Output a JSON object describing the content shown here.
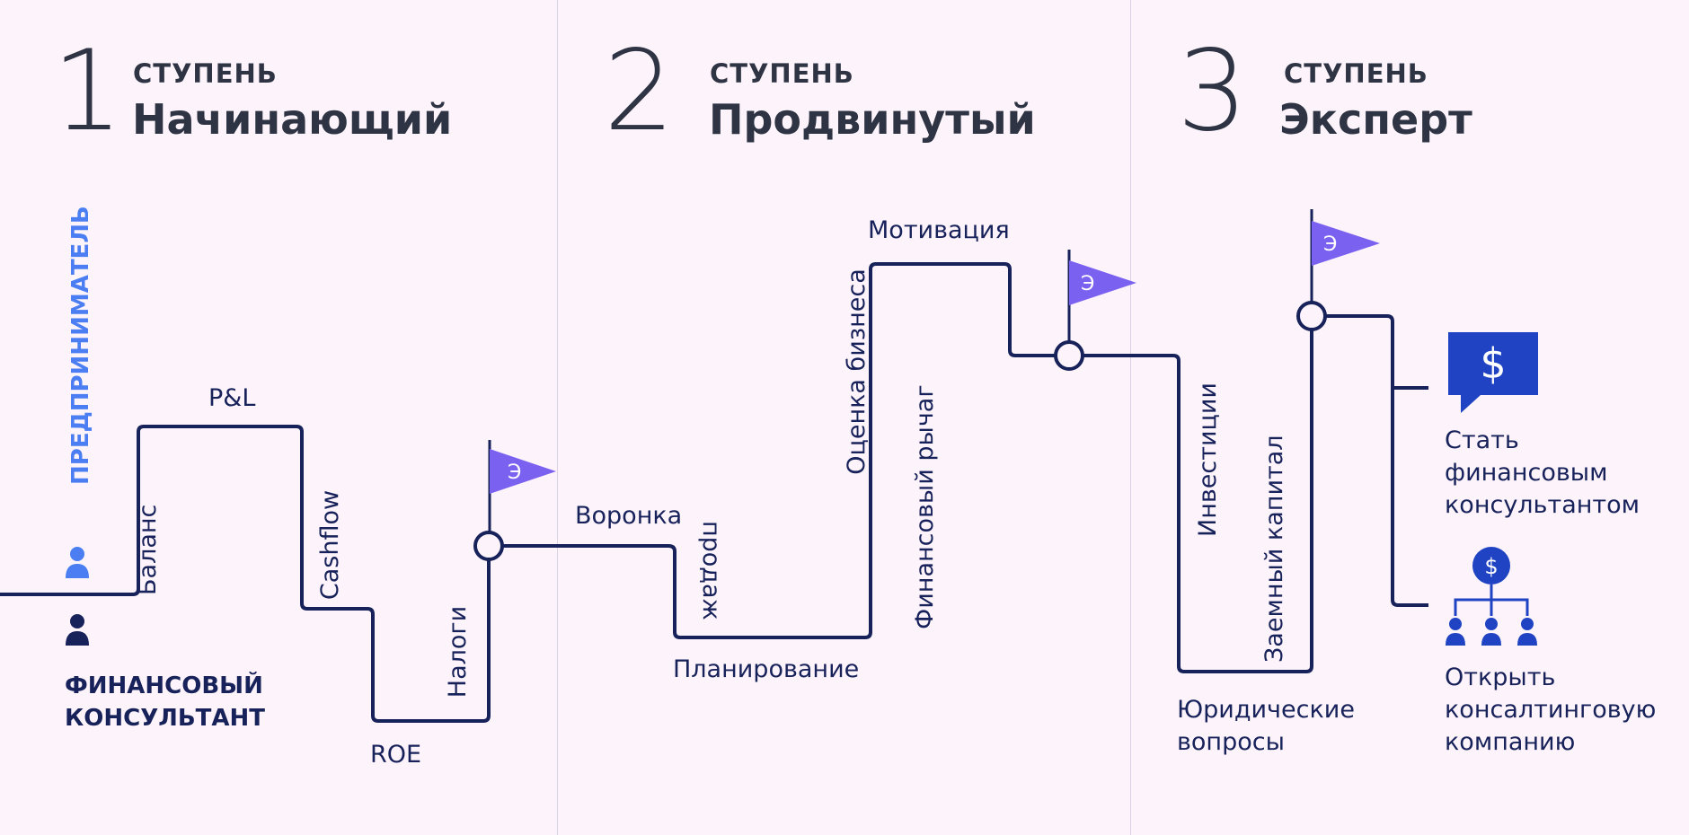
{
  "steps": [
    {
      "number": "1",
      "word": "СТУПЕНЬ",
      "name": "Начинающий"
    },
    {
      "number": "2",
      "word": "СТУПЕНЬ",
      "name": "Продвинутый"
    },
    {
      "number": "3",
      "word": "СТУПЕНЬ",
      "name": "Эксперт"
    }
  ],
  "roles": {
    "entrepreneur": "ПРЕДПРИНИМАТЕЛЬ",
    "consultant_line1": "ФИНАНСОВЫЙ",
    "consultant_line2": "КОНСУЛЬТАНТ"
  },
  "topics": {
    "balance": "Баланс",
    "pl": "P&L",
    "cashflow": "Cashflow",
    "roe": "ROE",
    "taxes": "Налоги",
    "funnel_line1": "Воронка",
    "funnel_line2": "продаж",
    "planning": "Планирование",
    "valuation": "Оценка бизнеса",
    "motivation": "Мотивация",
    "leverage": "Финансовый рычаг",
    "investments": "Инвестиции",
    "legal_line1": "Юридические",
    "legal_line2": "вопросы",
    "debt_capital": "Заемный капитал"
  },
  "outcomes": {
    "consultant": [
      "Стать",
      "финансовым",
      "консультантом"
    ],
    "company": [
      "Открыть",
      "консалтинговую",
      "компанию"
    ]
  },
  "flag_letter": "Э",
  "dollar_sign": "$",
  "colors": {
    "path": "#17215a",
    "flag": "#7b61f0",
    "accent_blue": "#4a7ef2",
    "icon_blue": "#1f43c2",
    "background": "#fdf4fb"
  }
}
